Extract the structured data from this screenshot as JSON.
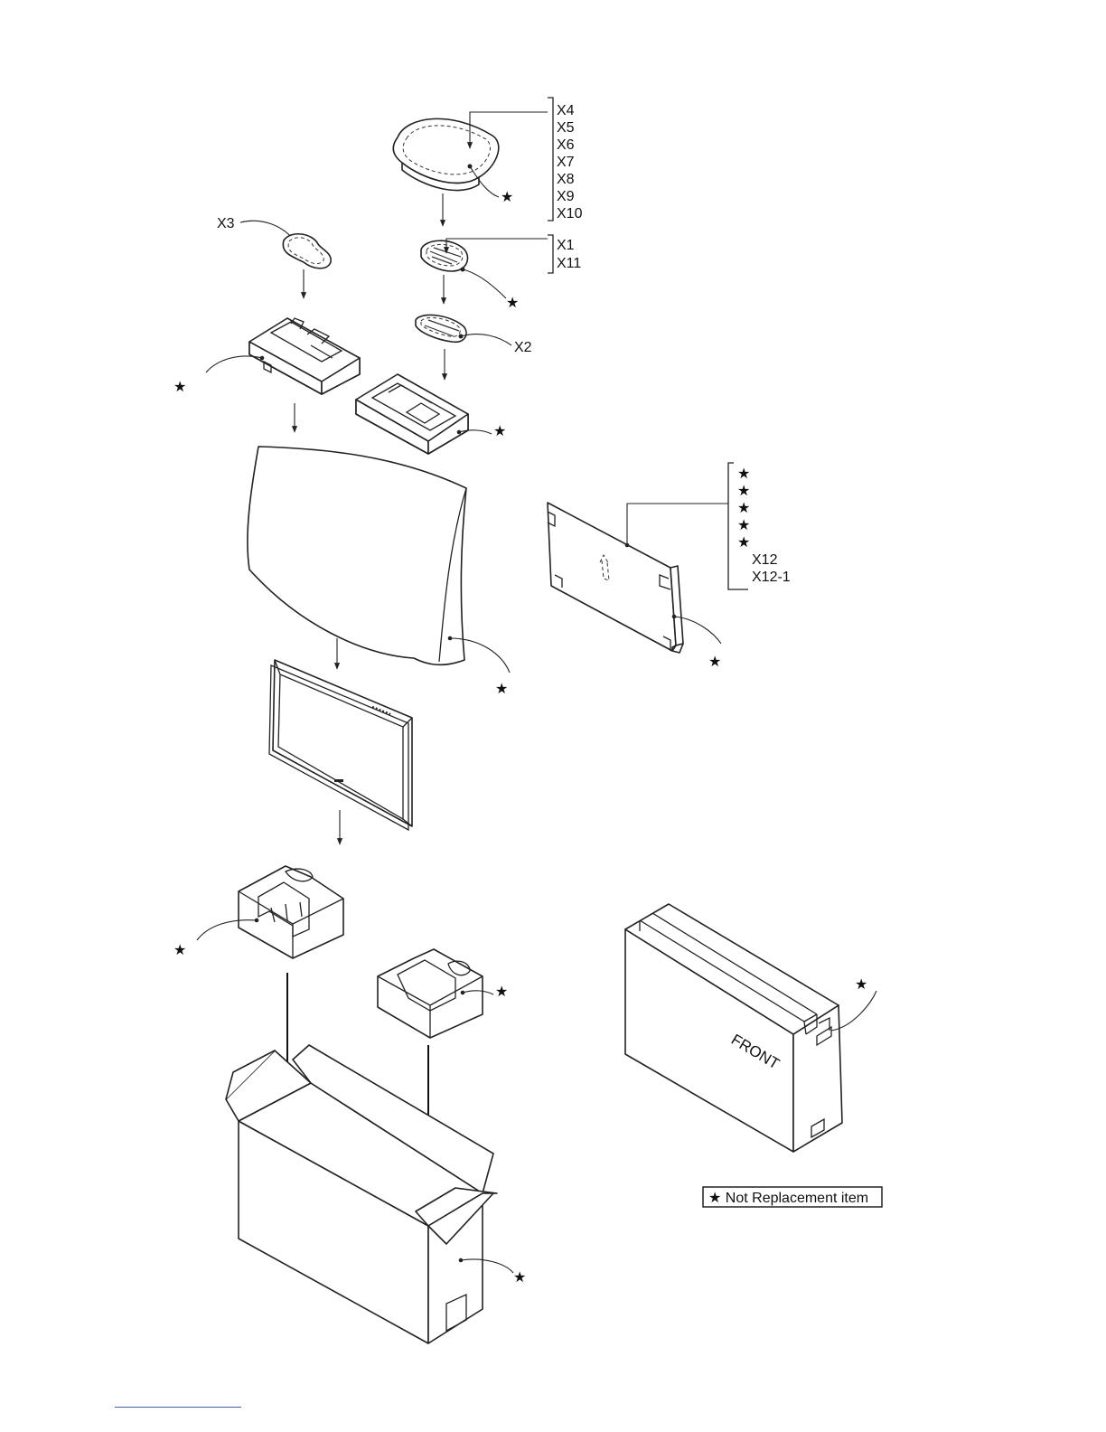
{
  "labels": {
    "bag_top": [
      "X4",
      "X5",
      "X6",
      "X7",
      "X8",
      "X9",
      "X10"
    ],
    "bag_mid": [
      "X1",
      "X11"
    ],
    "bag_left": "X3",
    "bag_small": "X2",
    "board": [
      "X12",
      "X12-1"
    ]
  },
  "star": "★",
  "front": "FRONT",
  "legend": "★ Not Replacement item"
}
